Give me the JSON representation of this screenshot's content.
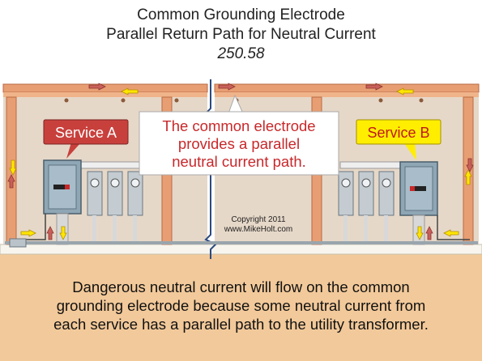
{
  "title": {
    "line1": "Common Grounding Electrode",
    "line2": "Parallel Return Path for Neutral Current",
    "line3": "250.58"
  },
  "labels": {
    "service_a": "Service A",
    "service_b": "Service B",
    "callout": [
      "The common electrode",
      "provides a parallel",
      "neutral current path."
    ],
    "copyright": [
      "Copyright 2011",
      "www.MikeHolt.com"
    ]
  },
  "caption": [
    "Dangerous neutral current will flow on the common",
    "grounding electrode because some neutral current from",
    "each service has a parallel path to the utility transformer."
  ],
  "colors": {
    "wall": "#e6d8c8",
    "stud": "#e89e73",
    "ground": "#f2c99a",
    "label_red": "#c8403c",
    "label_yellow": "#ffee00",
    "arrow_yellow": "#ffe600",
    "arrow_red": "#c9605a",
    "electrode_pipe": "#9aa5ad"
  }
}
